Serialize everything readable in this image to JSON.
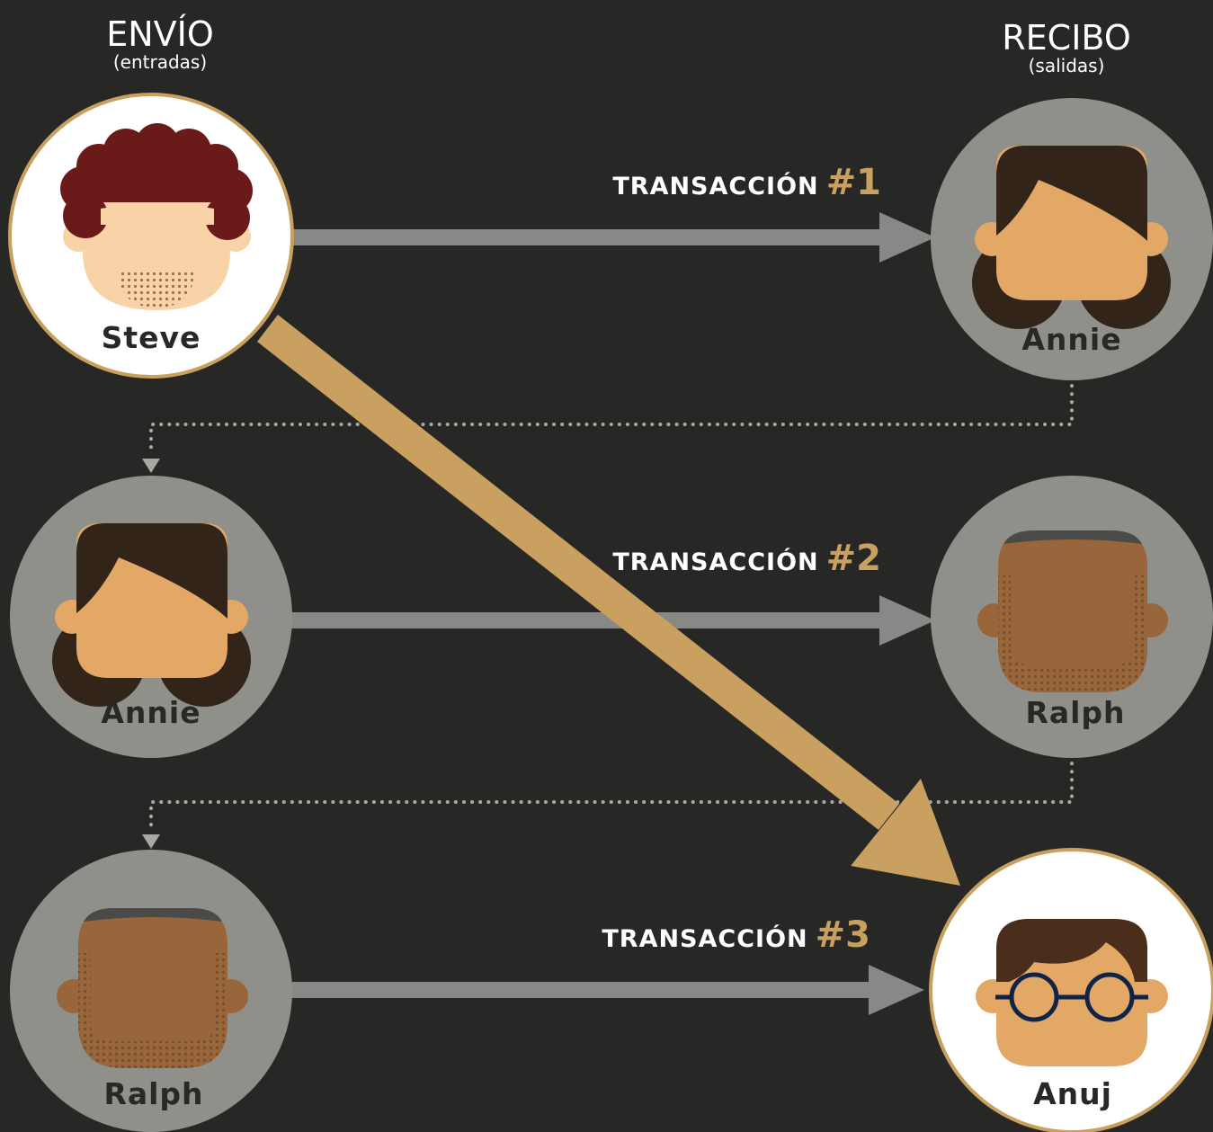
{
  "headers": {
    "send_title": "ENVÍO",
    "send_sub": "(entradas)",
    "receive_title": "RECIBO",
    "receive_sub": "(salidas)"
  },
  "transactions": [
    {
      "label": "TRANSACCIÓN",
      "number": "#1"
    },
    {
      "label": "TRANSACCIÓN",
      "number": "#2"
    },
    {
      "label": "TRANSACCIÓN",
      "number": "#3"
    }
  ],
  "people": {
    "steve": "Steve",
    "annie_right": "Annie",
    "annie_left": "Annie",
    "ralph_right": "Ralph",
    "ralph_left": "Ralph",
    "anuj": "Anuj"
  },
  "colors": {
    "background": "#272725",
    "highlight": "#c9a05f",
    "arrow": "#888886",
    "circle": "#90908a",
    "white": "#ffffff"
  }
}
